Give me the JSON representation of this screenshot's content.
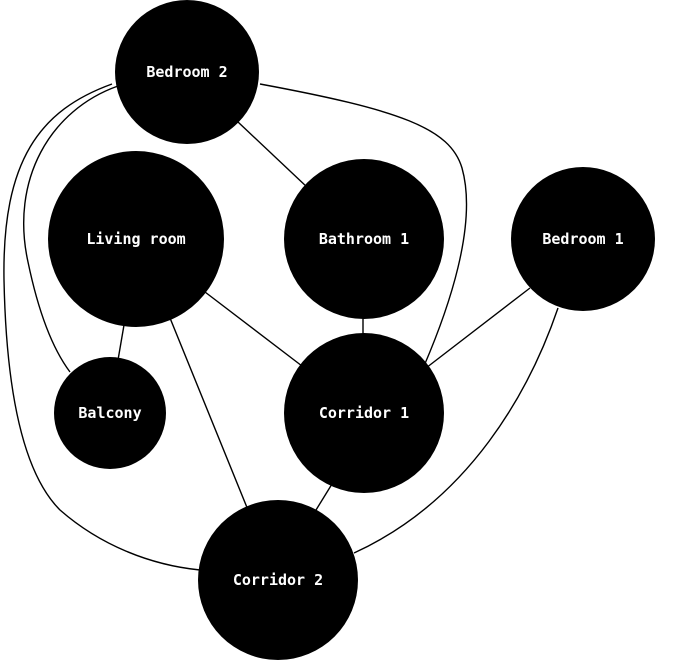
{
  "nodes": {
    "bedroom2": {
      "label": "Bedroom 2"
    },
    "living": {
      "label": "Living room"
    },
    "bathroom1": {
      "label": "Bathroom 1"
    },
    "bedroom1": {
      "label": "Bedroom 1"
    },
    "balcony": {
      "label": "Balcony"
    },
    "corridor1": {
      "label": "Corridor 1"
    },
    "corridor2": {
      "label": "Corridor 2"
    }
  },
  "edges": [
    {
      "from": "bedroom2",
      "to": "bathroom1"
    },
    {
      "from": "bedroom2",
      "to": "corridor1"
    },
    {
      "from": "bedroom2",
      "to": "balcony"
    },
    {
      "from": "bedroom2",
      "to": "corridor2"
    },
    {
      "from": "living",
      "to": "balcony"
    },
    {
      "from": "living",
      "to": "corridor1"
    },
    {
      "from": "living",
      "to": "corridor2"
    },
    {
      "from": "bathroom1",
      "to": "corridor1"
    },
    {
      "from": "bedroom1",
      "to": "corridor1"
    },
    {
      "from": "bedroom1",
      "to": "corridor2"
    },
    {
      "from": "corridor1",
      "to": "corridor2"
    }
  ]
}
